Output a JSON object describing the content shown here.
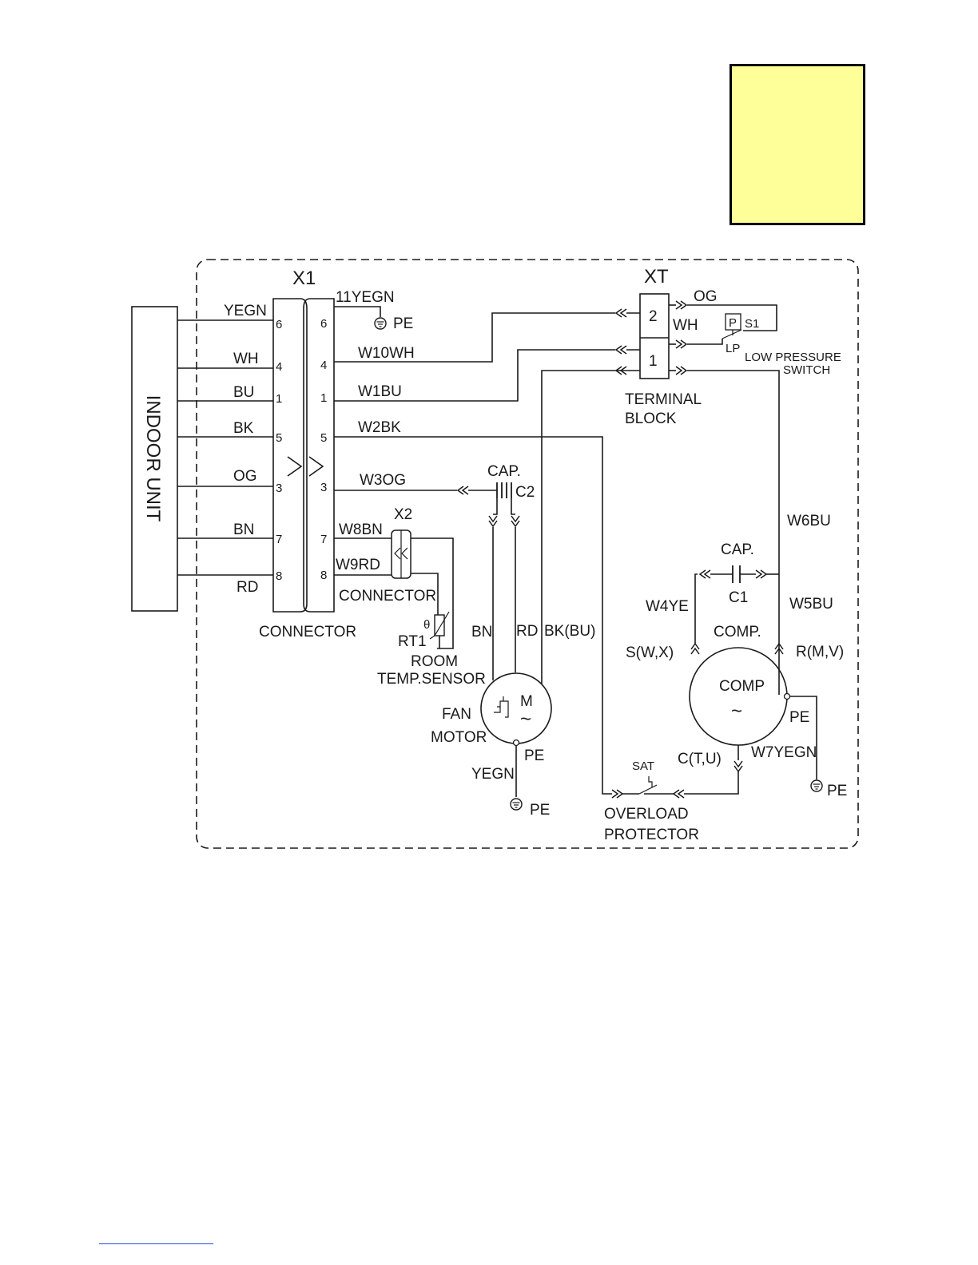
{
  "x1_label": "X1",
  "indoor_unit": "INDOOR UNIT",
  "connector_x1_label": "CONNECTOR",
  "pe": "PE",
  "yegn_pe_wire": "11YEGN",
  "indoor_rows": [
    {
      "color": "YEGN",
      "in_pin": "6",
      "out_pin": "6",
      "wire": ""
    },
    {
      "color": "WH",
      "in_pin": "4",
      "out_pin": "4",
      "wire": "W10WH"
    },
    {
      "color": "BU",
      "in_pin": "1",
      "out_pin": "1",
      "wire": "W1BU"
    },
    {
      "color": "BK",
      "in_pin": "5",
      "out_pin": "5",
      "wire": "W2BK"
    },
    {
      "color": "OG",
      "in_pin": "3",
      "out_pin": "3",
      "wire": "W3OG"
    },
    {
      "color": "BN",
      "in_pin": "7",
      "out_pin": "7",
      "wire": "W8BN"
    },
    {
      "color": "RD",
      "in_pin": "8",
      "out_pin": "8",
      "wire": "W9RD"
    }
  ],
  "xt": {
    "label": "XT",
    "pin2": "2",
    "pin1": "1",
    "caption1": "TERMINAL",
    "caption2": "BLOCK"
  },
  "lp_switch": {
    "og": "OG",
    "wh": "WH",
    "p": "P",
    "s1": "S1",
    "lp": "LP",
    "caption1": "LOW PRESSURE",
    "caption2": "SWITCH"
  },
  "x2": {
    "label": "X2",
    "caption": "CONNECTOR"
  },
  "sensor": {
    "rt": "RT1",
    "theta": "θ",
    "caption1": "ROOM",
    "caption2": "TEMP.SENSOR"
  },
  "fan_cap": {
    "label": "CAP.",
    "id": "C2"
  },
  "fan_wires": {
    "bn": "BN",
    "rd": "RD",
    "bk": "BK(BU)"
  },
  "fan_motor": {
    "m": "M",
    "tilde": "~",
    "caption1": "FAN",
    "caption2": "MOTOR",
    "yegn": "YEGN",
    "pe": "PE",
    "pe2": "PE"
  },
  "comp_cap": {
    "label": "CAP.",
    "id": "C1"
  },
  "compressor": {
    "w6bu": "W6BU",
    "w4ye": "W4YE",
    "w5bu": "W5BU",
    "label": "COMP.",
    "inner": "COMP",
    "tilde": "~",
    "s": "S(W,X)",
    "r": "R(M,V)",
    "c": "C(T,U)",
    "pe": "PE",
    "w7yegn": "W7YEGN",
    "pe2": "PE"
  },
  "overload": {
    "sat": "SAT",
    "caption1": "OVERLOAD",
    "caption2": "PROTECTOR"
  }
}
